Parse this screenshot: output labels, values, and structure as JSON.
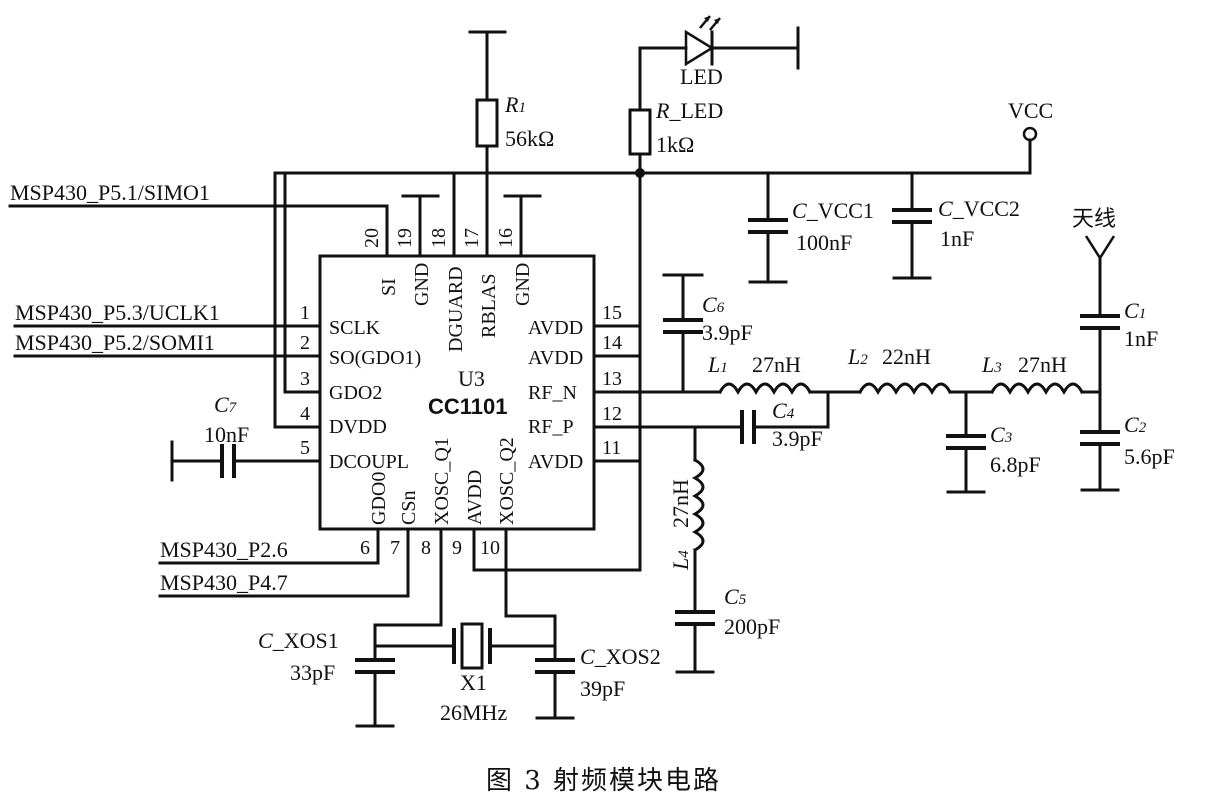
{
  "caption": "图 3   射频模块电路",
  "chip": {
    "ref": "U3",
    "part": "CC1101"
  },
  "pins": {
    "top": [
      {
        "num": "20",
        "name": "SI"
      },
      {
        "num": "19",
        "name": "GND"
      },
      {
        "num": "18",
        "name": "DGUARD"
      },
      {
        "num": "17",
        "name": "RBLAS"
      },
      {
        "num": "16",
        "name": "GND"
      }
    ],
    "left": [
      {
        "num": "1",
        "name": "SCLK"
      },
      {
        "num": "2",
        "name": "SO(GDO1)"
      },
      {
        "num": "3",
        "name": "GDO2"
      },
      {
        "num": "4",
        "name": "DVDD"
      },
      {
        "num": "5",
        "name": "DCOUPL"
      }
    ],
    "right": [
      {
        "num": "15",
        "name": "AVDD"
      },
      {
        "num": "14",
        "name": "AVDD"
      },
      {
        "num": "13",
        "name": "RF_N"
      },
      {
        "num": "12",
        "name": "RF_P"
      },
      {
        "num": "11",
        "name": "AVDD"
      }
    ],
    "bottom": [
      {
        "num": "6",
        "name": "GDO0"
      },
      {
        "num": "7",
        "name": "CSn"
      },
      {
        "num": "8",
        "name": "XOSC_Q1"
      },
      {
        "num": "9",
        "name": "AVDD"
      },
      {
        "num": "10",
        "name": "XOSC_Q2"
      }
    ]
  },
  "signals": {
    "simo": "MSP430_P5.1/SIMO1",
    "uclk": "MSP430_P5.3/UCLK1",
    "somi": "MSP430_P5.2/SOMI1",
    "p26": "MSP430_P2.6",
    "p47": "MSP430_P4.7"
  },
  "parts": {
    "r1": {
      "ref": "R",
      "sub": "1",
      "value": "56kΩ"
    },
    "rled": {
      "ref": "R",
      "sub": "_LED",
      "value": "1kΩ"
    },
    "led": {
      "ref": "LED"
    },
    "vcc": {
      "ref": "VCC"
    },
    "cvcc1": {
      "ref": "C",
      "sub": "_VCC1",
      "value": "100nF"
    },
    "cvcc2": {
      "ref": "C",
      "sub": "_VCC2",
      "value": "1nF"
    },
    "antenna": {
      "ref": "天线"
    },
    "c1": {
      "ref": "C",
      "sub": "1",
      "value": "1nF"
    },
    "c2": {
      "ref": "C",
      "sub": "2",
      "value": "5.6pF"
    },
    "c3": {
      "ref": "C",
      "sub": "3",
      "value": "6.8pF"
    },
    "c4": {
      "ref": "C",
      "sub": "4",
      "value": "3.9pF"
    },
    "c5": {
      "ref": "C",
      "sub": "5",
      "value": "200pF"
    },
    "c6": {
      "ref": "C",
      "sub": "6",
      "value": "3.9pF"
    },
    "c7": {
      "ref": "C",
      "sub": "7",
      "value": "10nF"
    },
    "l1": {
      "ref": "L",
      "sub": "1",
      "value": "27nH"
    },
    "l2": {
      "ref": "L",
      "sub": "2",
      "value": "22nH"
    },
    "l3": {
      "ref": "L",
      "sub": "3",
      "value": "27nH"
    },
    "l4": {
      "ref": "L",
      "sub": "4",
      "value": "27nH"
    },
    "cxos1": {
      "ref": "C",
      "sub": "_XOS1",
      "value": "33pF"
    },
    "cxos2": {
      "ref": "C",
      "sub": "_XOS2",
      "value": "39pF"
    },
    "x1": {
      "ref": "X1",
      "value": "26MHz"
    }
  }
}
